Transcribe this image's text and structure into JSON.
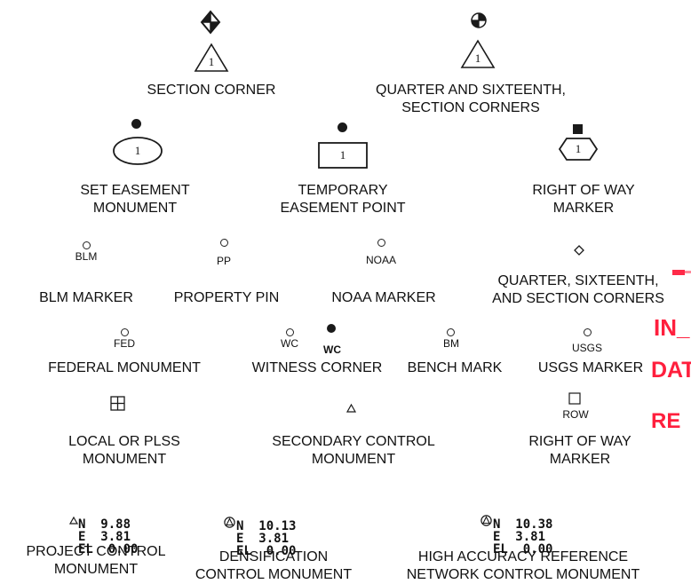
{
  "symbols": {
    "section_corner": {
      "number": "1",
      "label": "SECTION CORNER"
    },
    "quarter_sixteenth": {
      "number": "1",
      "label": "QUARTER AND SIXTEENTH,\nSECTION CORNERS"
    },
    "set_easement": {
      "number": "1",
      "label": "SET EASEMENT\nMONUMENT"
    },
    "temporary_easement": {
      "number": "1",
      "label": "TEMPORARY\nEASEMENT POINT"
    },
    "row_marker_top": {
      "number": "1",
      "label": "RIGHT OF WAY\nMARKER"
    },
    "blm": {
      "code": "BLM",
      "label": "BLM MARKER"
    },
    "property_pin": {
      "code": "PP",
      "label": "PROPERTY PIN"
    },
    "noaa": {
      "code": "NOAA",
      "label": "NOAA MARKER"
    },
    "qss_corners": {
      "label": "QUARTER, SIXTEENTH,\nAND SECTION CORNERS"
    },
    "federal": {
      "code": "FED",
      "label": "FEDERAL MONUMENT"
    },
    "witness": {
      "code_open": "WC",
      "code_filled": "WC",
      "label": "WITNESS CORNER"
    },
    "bench_mark": {
      "code": "BM",
      "label": "BENCH MARK"
    },
    "usgs": {
      "code": "USGS",
      "label": "USGS MARKER"
    },
    "local_plss": {
      "label": "LOCAL OR PLSS\nMONUMENT"
    },
    "secondary_control": {
      "label": "SECONDARY CONTROL\nMONUMENT"
    },
    "row_marker_bottom": {
      "code": "ROW",
      "label": "RIGHT OF WAY\nMARKER"
    },
    "project_control": {
      "coords": "N  9.88\nE  3.81\nEL  0.00",
      "label": "PROJECT CONTROL\nMONUMENT"
    },
    "densification": {
      "coords": "N  10.13\nE  3.81\nEL  0.00",
      "label": "DENSIFICATION\nCONTROL MONUMENT"
    },
    "harn": {
      "coords": "N  10.38\nE  3.81\nEL  0.00",
      "label": "HIGH ACCURACY REFERENCE\nNETWORK CONTROL MONUMENT"
    }
  },
  "cutoff_text": {
    "line1": "IN_",
    "line2": "DAT",
    "line3": "RE"
  },
  "colors": {
    "symbol": "#1a1a1a",
    "cutoff_text": "#ff1f3d"
  }
}
